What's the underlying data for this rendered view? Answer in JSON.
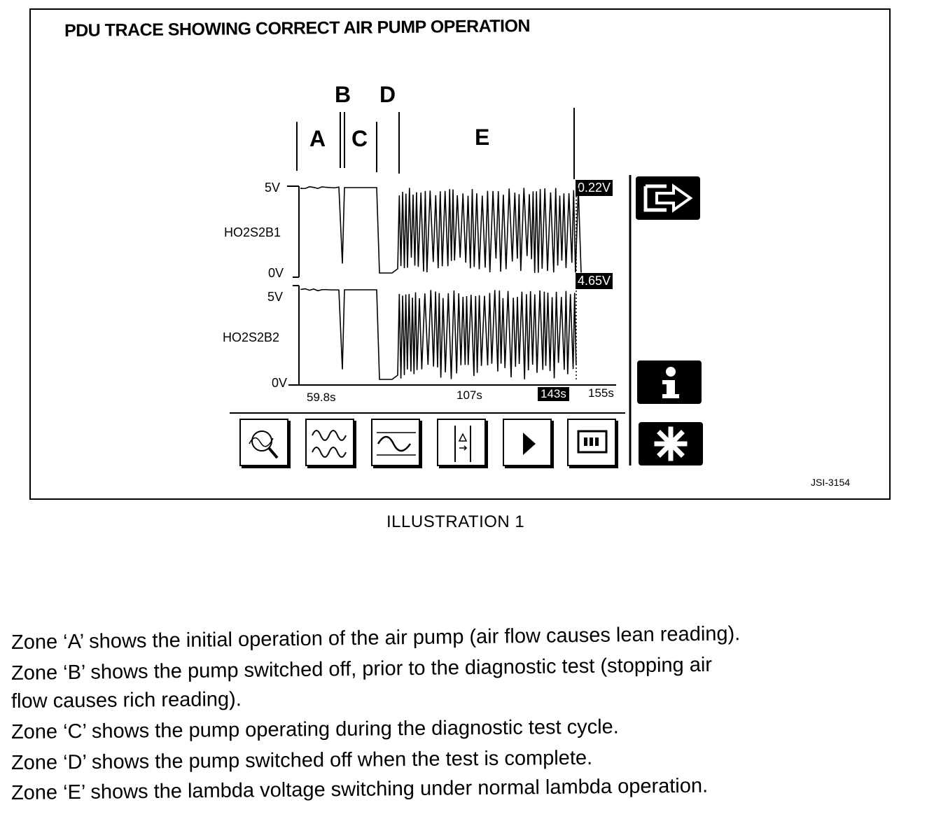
{
  "title": "PDU TRACE SHOWING CORRECT AIR PUMP OPERATION",
  "zones": [
    "A",
    "B",
    "C",
    "D",
    "E"
  ],
  "channels": [
    {
      "name": "HO2S2B1",
      "top_label": "5V",
      "bottom_label": "0V",
      "readout": "0.22V"
    },
    {
      "name": "HO2S2B2",
      "top_label": "5V",
      "bottom_label": "0V",
      "readout": "4.65V"
    }
  ],
  "time_axis": {
    "start": "59.8s",
    "mid": "107s",
    "cursor": "143s",
    "end": "155s"
  },
  "toolbar": [
    "zoom-trace-icon",
    "dual-waveform-icon",
    "single-waveform-icon",
    "delta-cursor-icon",
    "play-icon",
    "display-mode-icon"
  ],
  "side_buttons": [
    "exit-icon",
    "info-icon",
    "asterisk-icon"
  ],
  "reference": "JSI-3154",
  "caption": "ILLUSTRATION 1",
  "descriptions": [
    "Zone ‘A’ shows the initial operation of the air pump (air flow causes lean reading).",
    "Zone ‘B’ shows the pump switched off, prior to the diagnostic test (stopping air",
    "flow causes rich reading).",
    "Zone ‘C’ shows the pump operating during the diagnostic test cycle.",
    "Zone ‘D’ shows the pump switched off when the test is complete.",
    "Zone ‘E’ shows the lambda voltage switching under normal lambda operation."
  ]
}
